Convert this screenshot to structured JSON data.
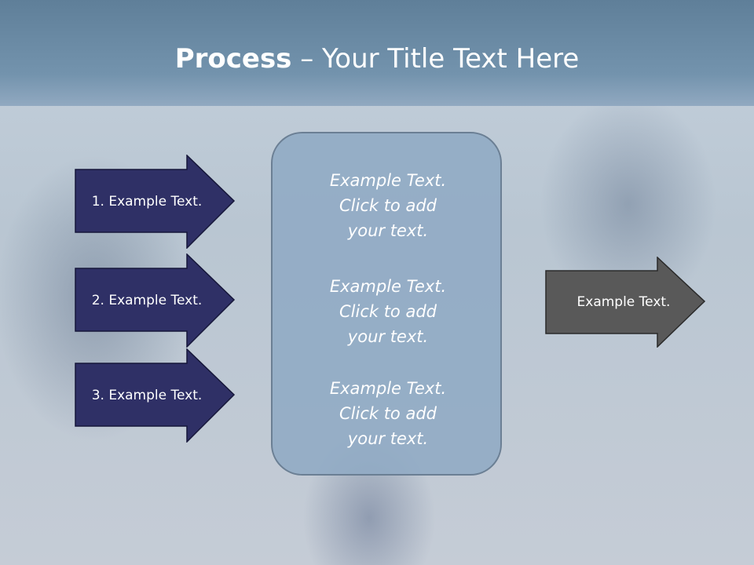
{
  "title": {
    "bold": "Process",
    "rest": " – Your Title Text Here"
  },
  "steps": [
    {
      "label": "1. Example Text."
    },
    {
      "label": "2. Example Text."
    },
    {
      "label": "3. Example Text."
    }
  ],
  "center": {
    "paragraphs": [
      {
        "line1": "Example Text.",
        "line2": "Click  to add",
        "line3": "your text."
      },
      {
        "line1": "Example Text.",
        "line2": "Click  to add",
        "line3": "your text."
      },
      {
        "line1": "Example Text.",
        "line2": "Click  to add",
        "line3": "your text."
      }
    ]
  },
  "output": {
    "label": "Example Text."
  },
  "colors": {
    "step_fill": "#2f3066",
    "output_fill": "#595959",
    "center_fill": "#90aac4"
  }
}
